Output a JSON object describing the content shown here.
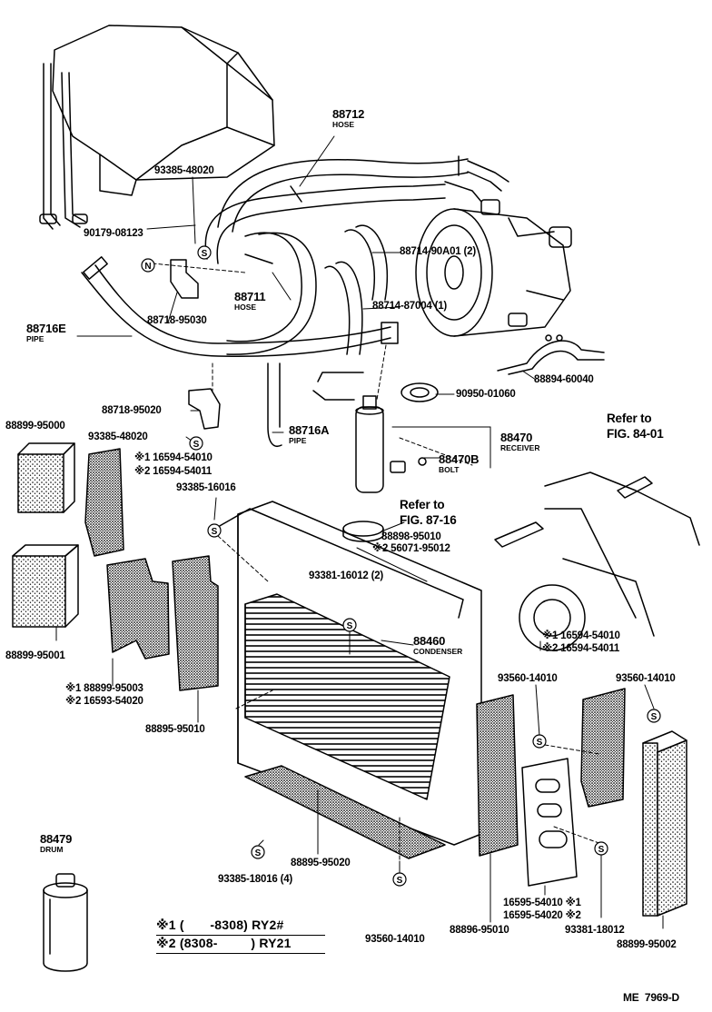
{
  "labels": {
    "hose_88712": {
      "code": "88712",
      "sub": "HOSE"
    },
    "p93385_48020_top": "93385-48020",
    "p90179_08123": "90179-08123",
    "hose_88711": {
      "code": "88711",
      "sub": "HOSE"
    },
    "p88718_95030": "88718-95030",
    "pipe_88716E": {
      "code": "88716E",
      "sub": "PIPE"
    },
    "p88714_90A01": "88714-90A01 (2)",
    "p88714_87004": "88714-87004 (1)",
    "p88894_60040": "88894-60040",
    "p90950_01060": "90950-01060",
    "p88718_95020": "88718-95020",
    "p93385_48020_mid": "93385-48020",
    "pipe_88716A": {
      "code": "88716A",
      "sub": "PIPE"
    },
    "receiver_88470": {
      "code": "88470",
      "sub": "RECEIVER"
    },
    "bolt_88470B": {
      "code": "88470B",
      "sub": "BOLT"
    },
    "p88899_95000": "88899-95000",
    "p16594_54010_left": "※1 16594-54010",
    "p16594_54011_left": "※2 16594-54011",
    "p93385_16016": "93385-16016",
    "refer_fig_84": {
      "line1": "Refer to",
      "line2": "FIG. 84-01"
    },
    "refer_fig_87": {
      "line1": "Refer to",
      "line2": "FIG. 87-16"
    },
    "p88898_95010": "88898-95010",
    "p56071_95012": "※2 56071-95012",
    "p93381_16012": "93381-16012 (2)",
    "condenser_88460": {
      "code": "88460",
      "sub": "CONDENSER"
    },
    "p88899_95001": "88899-95001",
    "p88899_95003": "※1 88899-95003",
    "p16593_54020": "※2 16593-54020",
    "p88895_95010": "88895-95010",
    "p16594_54010_right": "※1  16594-54010",
    "p16594_54011_right": "※2  16594-54011",
    "p93560_14010_a": "93560-14010",
    "p93560_14010_b": "93560-14010",
    "drum_88479": {
      "code": "88479",
      "sub": "DRUM"
    },
    "p93385_18016": "93385-18016 (4)",
    "p88895_95020": "88895-95020",
    "p93560_14010_c": "93560-14010",
    "p16595_54010": "16595-54010 ※1",
    "p16595_54020": "16595-54020 ※2",
    "p88896_95010": "88896-95010",
    "p93381_18012": "93381-18012",
    "p88899_95002": "88899-95002"
  },
  "legend": {
    "line1": "※1 (       -8308) RY2#",
    "line2": "※2 (8308-         ) RY21"
  },
  "drawing_code": "ME  7969-D"
}
